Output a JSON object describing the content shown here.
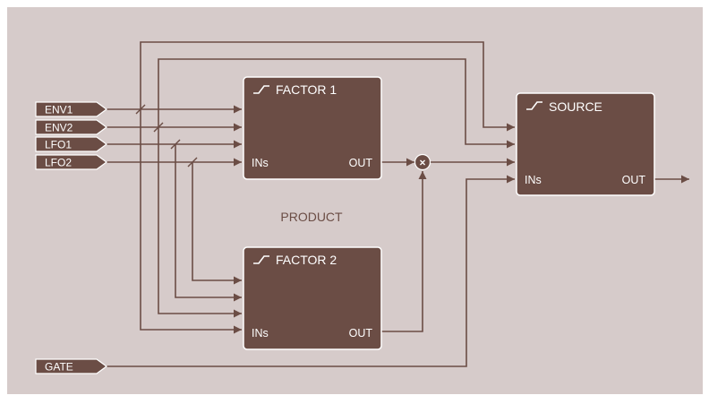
{
  "diagram": {
    "center_label": "PRODUCT",
    "inputs": [
      {
        "id": "env1",
        "label": "ENV1"
      },
      {
        "id": "env2",
        "label": "ENV2"
      },
      {
        "id": "lfo1",
        "label": "LFO1"
      },
      {
        "id": "lfo2",
        "label": "LFO2"
      },
      {
        "id": "gate",
        "label": "GATE"
      }
    ],
    "modules": {
      "factor1": {
        "title": "FACTOR 1",
        "in_label": "INs",
        "out_label": "OUT",
        "icon": "ramp-icon"
      },
      "factor2": {
        "title": "FACTOR 2",
        "in_label": "INs",
        "out_label": "OUT",
        "icon": "ramp-icon"
      },
      "source": {
        "title": "SOURCE",
        "in_label": "INs",
        "out_label": "OUT",
        "icon": "ramp-icon"
      }
    },
    "multiply_symbol": "×",
    "colors": {
      "background": "#d6cbca",
      "box": "#6b4d45",
      "box_border": "#ffffff",
      "line": "#6b4d45",
      "text_on_box": "#ffffff",
      "label_text": "#6b4d45"
    }
  }
}
